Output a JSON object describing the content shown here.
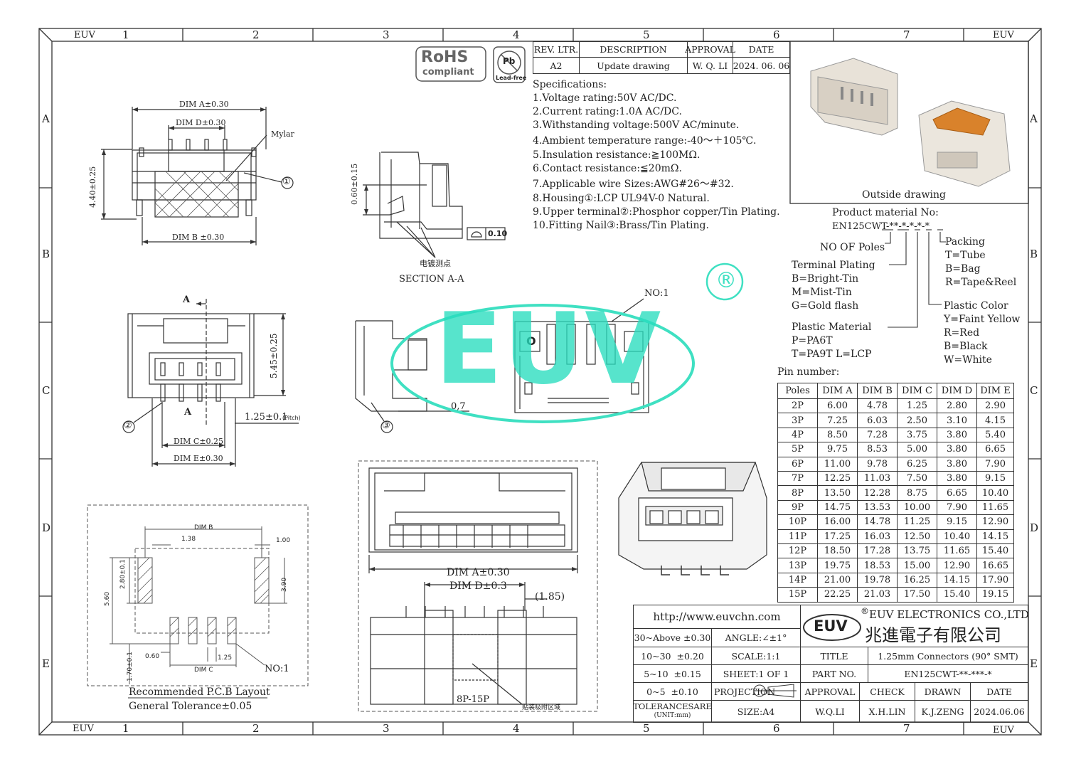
{
  "border": {
    "top_label_left": "EUV",
    "top_label_right": "EUV",
    "bottom_label_left": "EUV",
    "bottom_label_right": "EUV",
    "col_numbers": [
      "1",
      "2",
      "3",
      "4",
      "5",
      "6",
      "7"
    ],
    "row_letters": [
      "A",
      "B",
      "C",
      "D",
      "E"
    ]
  },
  "badges": {
    "rohs": "RoHS",
    "rohs_sub": "compliant",
    "pb": "Pb",
    "leadfree": "Lead-free"
  },
  "revision": {
    "headers": [
      "REV. LTR.",
      "DESCRIPTION",
      "APPROVAL",
      "DATE"
    ],
    "row": [
      "A2",
      "Update drawing",
      "W. Q. LI",
      "2024. 06. 06"
    ]
  },
  "specifications": {
    "title": "Specifications:",
    "items": [
      "1.Voltage rating:50V AC/DC.",
      "2.Current rating:1.0A AC/DC.",
      "3.Withstanding voltage:500V AC/minute.",
      "4.Ambient temperature range:-40～＋105℃.",
      "5.Insulation resistance:≧100MΩ.",
      "6.Contact resistance:≦20mΩ.",
      "7.Applicable wire Sizes:AWG#26～#32.",
      "8.Housing①:LCP UL94V-0 Natural.",
      "9.Upper terminal②:Phosphor copper/Tin Plating.",
      "10.Fitting Nail③:Brass/Tin Plating."
    ]
  },
  "outside_drawing": {
    "caption": "Outside drawing"
  },
  "product_code": {
    "title": "Product material No:",
    "code": "EN125CWT-**-*-*-*-*",
    "no_of_poles": "NO OF Poles",
    "terminal_plating": {
      "title": "Terminal Plating",
      "options": [
        "B=Bright-Tin",
        "M=Mist-Tin",
        "G=Gold flash"
      ]
    },
    "plastic_material": {
      "title": "Plastic Material",
      "options": [
        "P=PA6T",
        "T=PA9T L=LCP"
      ]
    },
    "packing": {
      "title": "Packing",
      "options": [
        "T=Tube",
        "B=Bag",
        "R=Tape&Reel"
      ]
    },
    "plastic_color": {
      "title": "Plastic Color",
      "options": [
        "Y=Faint Yellow",
        "R=Red",
        "B=Black",
        "W=White"
      ]
    }
  },
  "pin_table": {
    "title": "Pin number:",
    "headers": [
      "Poles",
      "DIM A",
      "DIM B",
      "DIM C",
      "DIM D",
      "DIM E"
    ],
    "rows": [
      [
        "2P",
        "6.00",
        "4.78",
        "1.25",
        "2.80",
        "2.90"
      ],
      [
        "3P",
        "7.25",
        "6.03",
        "2.50",
        "3.10",
        "4.15"
      ],
      [
        "4P",
        "8.50",
        "7.28",
        "3.75",
        "3.80",
        "5.40"
      ],
      [
        "5P",
        "9.75",
        "8.53",
        "5.00",
        "3.80",
        "6.65"
      ],
      [
        "6P",
        "11.00",
        "9.78",
        "6.25",
        "3.80",
        "7.90"
      ],
      [
        "7P",
        "12.25",
        "11.03",
        "7.50",
        "3.80",
        "9.15"
      ],
      [
        "8P",
        "13.50",
        "12.28",
        "8.75",
        "6.65",
        "10.40"
      ],
      [
        "9P",
        "14.75",
        "13.53",
        "10.00",
        "7.90",
        "11.65"
      ],
      [
        "10P",
        "16.00",
        "14.78",
        "11.25",
        "9.15",
        "12.90"
      ],
      [
        "11P",
        "17.25",
        "16.03",
        "12.50",
        "10.40",
        "14.15"
      ],
      [
        "12P",
        "18.50",
        "17.28",
        "13.75",
        "11.65",
        "15.40"
      ],
      [
        "13P",
        "19.75",
        "18.53",
        "15.00",
        "12.90",
        "16.65"
      ],
      [
        "14P",
        "21.00",
        "19.78",
        "16.25",
        "14.15",
        "17.90"
      ],
      [
        "15P",
        "22.25",
        "21.03",
        "17.50",
        "15.40",
        "19.15"
      ]
    ]
  },
  "title_block": {
    "url": "http://www.euvchn.com",
    "company_en": "EUV ELECTRONICS CO.,LTD",
    "company_cn": "兆進電子有限公司",
    "logo": "EUV",
    "tolerances": [
      {
        "range": "30~Above",
        "tol": "±0.30"
      },
      {
        "range": "10~30",
        "tol": "±0.20"
      },
      {
        "range": "5~10",
        "tol": "±0.15"
      },
      {
        "range": "0~5",
        "tol": "±0.10"
      }
    ],
    "tolerance_label": "TOLERANCESARE",
    "tolerance_unit": "(UNIT:mm)",
    "angle": "ANGLE:∠±1°",
    "scale": "SCALE:1:1",
    "sheet": "SHEET:1 OF 1",
    "projection": "PROJECTION",
    "size": "SIZE:A4",
    "title_label": "TITLE",
    "title_value": "1.25mm Connectors (90° SMT)",
    "part_label": "PART NO.",
    "part_value": "EN125CWT-**-***-*",
    "approval_label": "APPROVAL",
    "check_label": "CHECK",
    "drawn_label": "DRAWN",
    "date_label": "DATE",
    "approval_value": "W.Q.LI",
    "check_value": "X.H.LIN",
    "drawn_value": "K.J.ZENG",
    "date_value": "2024.06.06"
  },
  "top_view": {
    "dim_a": "DIM A±0.30",
    "dim_d": "DIM D±0.30",
    "dim_b": "DIM B ±0.30",
    "height": "4.40±0.25",
    "mylar": "Mylar",
    "callout": "①"
  },
  "section": {
    "height": "0.60±0.15",
    "flatness": "0.10",
    "plating_note": "电镀测点",
    "label": "SECTION A-A"
  },
  "front_view": {
    "section_mark": "A",
    "height": "5.45±0.25",
    "pitch": "1.25±0.1",
    "pitch_note": "(Pitch)",
    "dim_c": "DIM C±0.25",
    "dim_e": "DIM E±0.30",
    "callout": "②"
  },
  "side_view": {
    "dim": "0,7",
    "callout": "③"
  },
  "pin_view": {
    "no1": "NO:1"
  },
  "watermark": {
    "text": "EUV",
    "mark": "®"
  },
  "pcb": {
    "dim_b": "DIM B",
    "d138": "1.38",
    "d100": "1.00",
    "d280": "2.80±0.1",
    "d560": "5.60",
    "d390": "3.90",
    "d060": "0.60",
    "d125": "1.25",
    "d170": "1.70±0.1",
    "dim_c": "DIM C",
    "no1": "NO:1",
    "caption": "Recommended P.C.B Layout",
    "tolerance": "General Tolerance±0.05"
  },
  "large_view": {
    "dim_a": "DIM A±0.30",
    "dim_d": "DIM D±0.3",
    "d185": "(1.85)",
    "range": "8P-15P",
    "pick_area": "贴装吸附区域"
  }
}
